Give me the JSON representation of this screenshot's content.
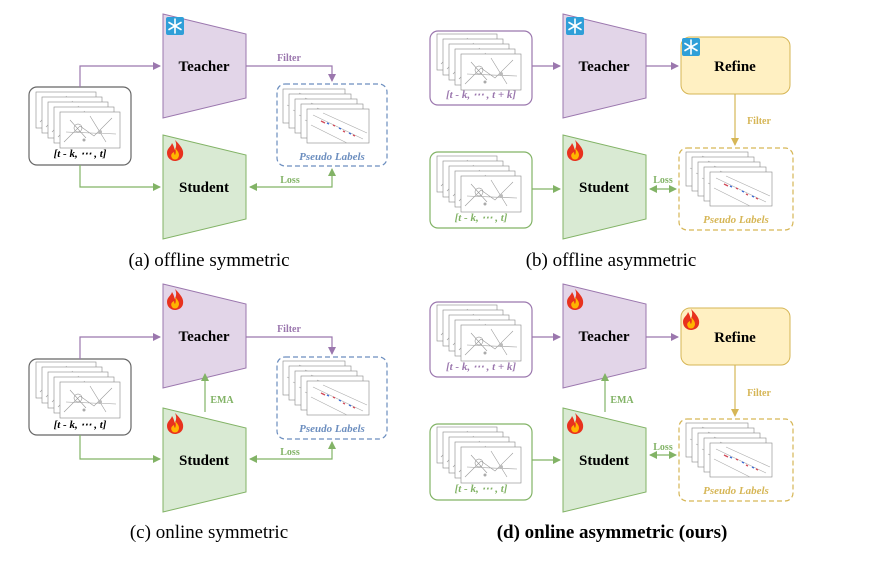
{
  "panels": {
    "a": {
      "caption": "(a) offline symmetric",
      "teacher": "Teacher",
      "student": "Student",
      "input": "[t - k, ⋯ , t]",
      "filter": "Filter",
      "loss": "Loss",
      "pseudo": "Pseudo Labels",
      "teacher_icon": "snowflake-icon",
      "student_icon": "fire-icon"
    },
    "b": {
      "caption": "(b) offline asymmetric",
      "teacher": "Teacher",
      "student": "Student",
      "refine": "Refine",
      "teacher_input": "[t - k, ⋯ , t + k]",
      "student_input": "[t - k, ⋯ , t]",
      "filter": "Filter",
      "loss": "Loss",
      "pseudo": "Pseudo Labels",
      "teacher_icon": "snowflake-icon",
      "refine_icon": "snowflake-icon",
      "student_icon": "fire-icon"
    },
    "c": {
      "caption": "(c) online symmetric",
      "teacher": "Teacher",
      "student": "Student",
      "input": "[t - k, ⋯ , t]",
      "filter": "Filter",
      "loss": "Loss",
      "ema": "EMA",
      "pseudo": "Pseudo Labels",
      "teacher_icon": "fire-icon",
      "student_icon": "fire-icon"
    },
    "d": {
      "caption": "(d) online asymmetric (ours)",
      "teacher": "Teacher",
      "student": "Student",
      "refine": "Refine",
      "teacher_input": "[t - k, ⋯ , t + k]",
      "student_input": "[t - k, ⋯ , t]",
      "filter": "Filter",
      "loss": "Loss",
      "ema": "EMA",
      "pseudo": "Pseudo Labels",
      "teacher_icon": "fire-icon",
      "refine_icon": "fire-icon",
      "student_icon": "fire-icon"
    }
  },
  "colors": {
    "teacher_fill": "#e2d5e8",
    "teacher_stroke": "#9b77ae",
    "student_fill": "#d9ead3",
    "student_stroke": "#82b366",
    "refine_fill": "#fff0c2",
    "refine_stroke": "#d6b656",
    "pseudo_blue": "#6c8ebf",
    "pseudo_gold": "#d6b656",
    "gray_stroke": "#666666"
  }
}
